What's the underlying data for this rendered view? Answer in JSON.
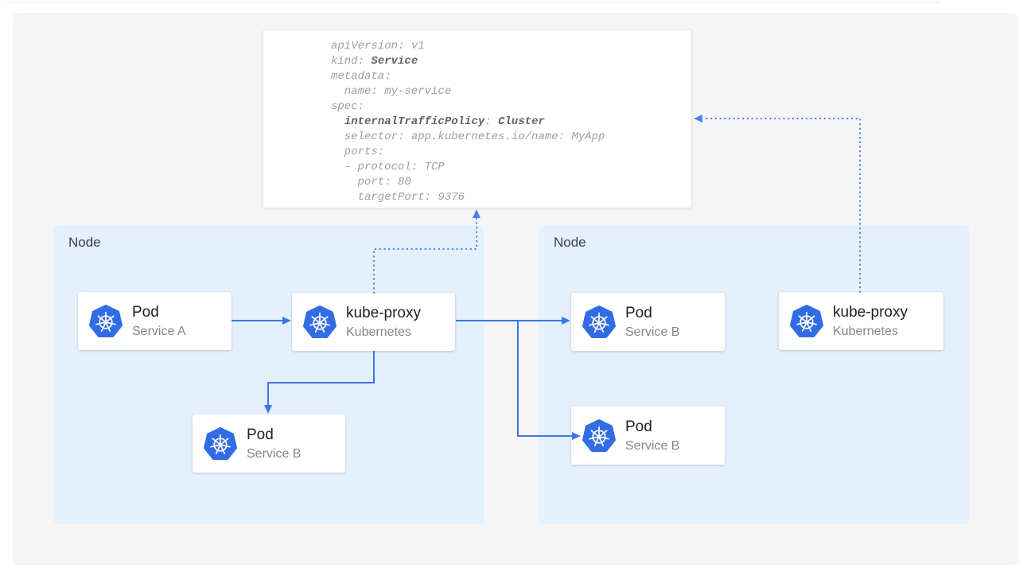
{
  "colors": {
    "canvas_background": "#f5f5f6",
    "node_fill": "#e4f0fc",
    "solid_arrow_blue": "#3b77e8",
    "dotted_arrow_blue": "#4285f4",
    "kubernetes_logo_blue": "#326ce5",
    "code_text_gray": "#9aa0a6",
    "code_bold_gray": "#5f6368"
  },
  "yaml_card": {
    "lines": [
      [
        {
          "t": "apiVersion: v1"
        }
      ],
      [
        {
          "t": "kind: "
        },
        {
          "t": "Service",
          "b": 1
        }
      ],
      [
        {
          "t": "metadata:"
        }
      ],
      [
        {
          "t": "  name: my-service"
        }
      ],
      [
        {
          "t": "spec:"
        }
      ],
      [
        {
          "t": "  "
        },
        {
          "t": "internalTrafficPolicy",
          "b": 1
        },
        {
          "t": ": "
        },
        {
          "t": "Cluster",
          "b": 1
        }
      ],
      [
        {
          "t": "  selector: app.kubernetes.io/name: MyApp"
        }
      ],
      [
        {
          "t": "  ports:"
        }
      ],
      [
        {
          "t": "  - protocol: TCP"
        }
      ],
      [
        {
          "t": "    port: 80"
        }
      ],
      [
        {
          "t": "    targetPort: 9376"
        }
      ]
    ]
  },
  "nodes": [
    {
      "label": "Node"
    },
    {
      "label": "Node"
    }
  ],
  "cards": [
    {
      "title": "Pod",
      "subtitle": "Service A"
    },
    {
      "title": "kube-proxy",
      "subtitle": "Kubernetes"
    },
    {
      "title": "Pod",
      "subtitle": "Service B"
    },
    {
      "title": "Pod",
      "subtitle": "Service B"
    },
    {
      "title": "Pod",
      "subtitle": "Service B"
    },
    {
      "title": "kube-proxy",
      "subtitle": "Kubernetes"
    }
  ]
}
